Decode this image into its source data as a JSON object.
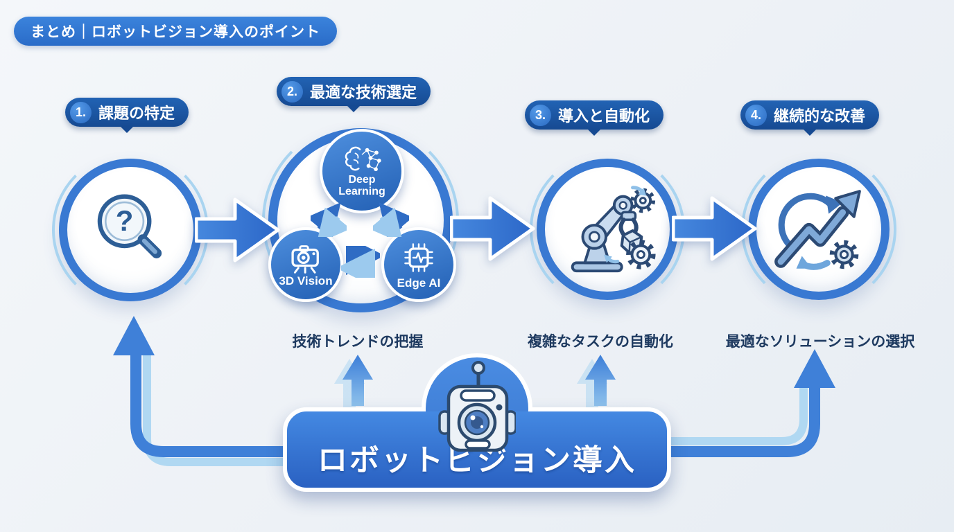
{
  "badge": {
    "label": "まとめ｜ロボットビジョン導入のポイント"
  },
  "steps": [
    {
      "number": "1.",
      "title": "課題の特定",
      "caption": ""
    },
    {
      "number": "2.",
      "title": "最適な技術選定",
      "caption": "技術トレンドの把握"
    },
    {
      "number": "3.",
      "title": "導入と自動化",
      "caption": "複雑なタスクの自動化"
    },
    {
      "number": "4.",
      "title": "継続的な改善",
      "caption": "最適なソリューションの選択"
    }
  ],
  "technologies": [
    {
      "label": "Deep Learning"
    },
    {
      "label": "3D Vision"
    },
    {
      "label": "Edge AI"
    }
  ],
  "banner": {
    "title": "ロボットビジョン導入"
  },
  "icons": {
    "step1": "magnifier-question-icon",
    "step2": [
      "brain-network-icon",
      "camera-3d-icon",
      "edge-ai-chip-icon"
    ],
    "step3": "robot-arm-gears-icon",
    "step4": "growth-arrows-gear-icon",
    "banner": "robot-head-icon"
  },
  "colors": {
    "primary_blue": "#3979d2",
    "dark_pill_blue": "#164a92",
    "light_blue_accent": "#a9d4f0",
    "caption_navy": "#1e3a60",
    "background": "#eef2f6"
  }
}
